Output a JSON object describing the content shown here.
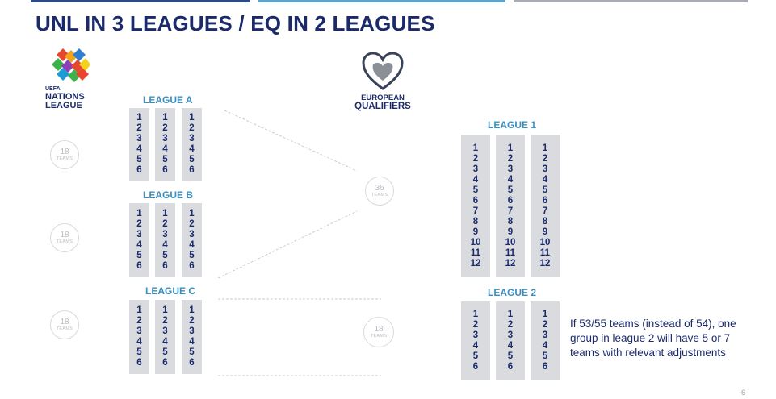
{
  "title": "UNL IN 3 LEAGUES / EQ IN 2 LEAGUES",
  "unl_logo": {
    "line1": "UEFA",
    "line2": "NATIONS",
    "line3": "LEAGUE"
  },
  "eq_logo": {
    "line1": "EUROPEAN",
    "line2": "QUALIFIERS"
  },
  "unl_leagues": [
    {
      "label": "LEAGUE A",
      "badge_number": "18",
      "badge_text": "TEAMS",
      "columns": [
        [
          "1",
          "2",
          "3",
          "4",
          "5",
          "6"
        ],
        [
          "1",
          "2",
          "3",
          "4",
          "5",
          "6"
        ],
        [
          "1",
          "2",
          "3",
          "4",
          "5",
          "6"
        ]
      ]
    },
    {
      "label": "LEAGUE B",
      "badge_number": "18",
      "badge_text": "TEAMS",
      "columns": [
        [
          "1",
          "2",
          "3",
          "4",
          "5",
          "6"
        ],
        [
          "1",
          "2",
          "3",
          "4",
          "5",
          "6"
        ],
        [
          "1",
          "2",
          "3",
          "4",
          "5",
          "6"
        ]
      ]
    },
    {
      "label": "LEAGUE C",
      "badge_number": "18",
      "badge_text": "TEAMS",
      "columns": [
        [
          "1",
          "2",
          "3",
          "4",
          "5",
          "6"
        ],
        [
          "1",
          "2",
          "3",
          "4",
          "5",
          "6"
        ],
        [
          "1",
          "2",
          "3",
          "4",
          "5",
          "6"
        ]
      ]
    }
  ],
  "eq_badges": [
    {
      "number": "36",
      "text": "TEAMS"
    },
    {
      "number": "18",
      "text": "TEAMS"
    }
  ],
  "eq_leagues": [
    {
      "label": "LEAGUE 1",
      "columns": [
        [
          "1",
          "2",
          "3",
          "4",
          "5",
          "6",
          "7",
          "8",
          "9",
          "10",
          "11",
          "12"
        ],
        [
          "1",
          "2",
          "3",
          "4",
          "5",
          "6",
          "7",
          "8",
          "9",
          "10",
          "11",
          "12"
        ],
        [
          "1",
          "2",
          "3",
          "4",
          "5",
          "6",
          "7",
          "8",
          "9",
          "10",
          "11",
          "12"
        ]
      ]
    },
    {
      "label": "LEAGUE 2",
      "columns": [
        [
          "1",
          "2",
          "3",
          "4",
          "5",
          "6"
        ],
        [
          "1",
          "2",
          "3",
          "4",
          "5",
          "6"
        ],
        [
          "1",
          "2",
          "3",
          "4",
          "5",
          "6"
        ]
      ]
    }
  ],
  "note": "If 53/55 teams (instead of 54), one group in league 2 will have 5 or 7 teams with relevant adjustments",
  "page_number": "-6-",
  "colors": {
    "title": "#1b2a6b",
    "league_label": "#3a8fbf",
    "column_bg": "#d9dbdf",
    "numbers": "#1b2a6b",
    "badge": "#b8bcc2"
  }
}
